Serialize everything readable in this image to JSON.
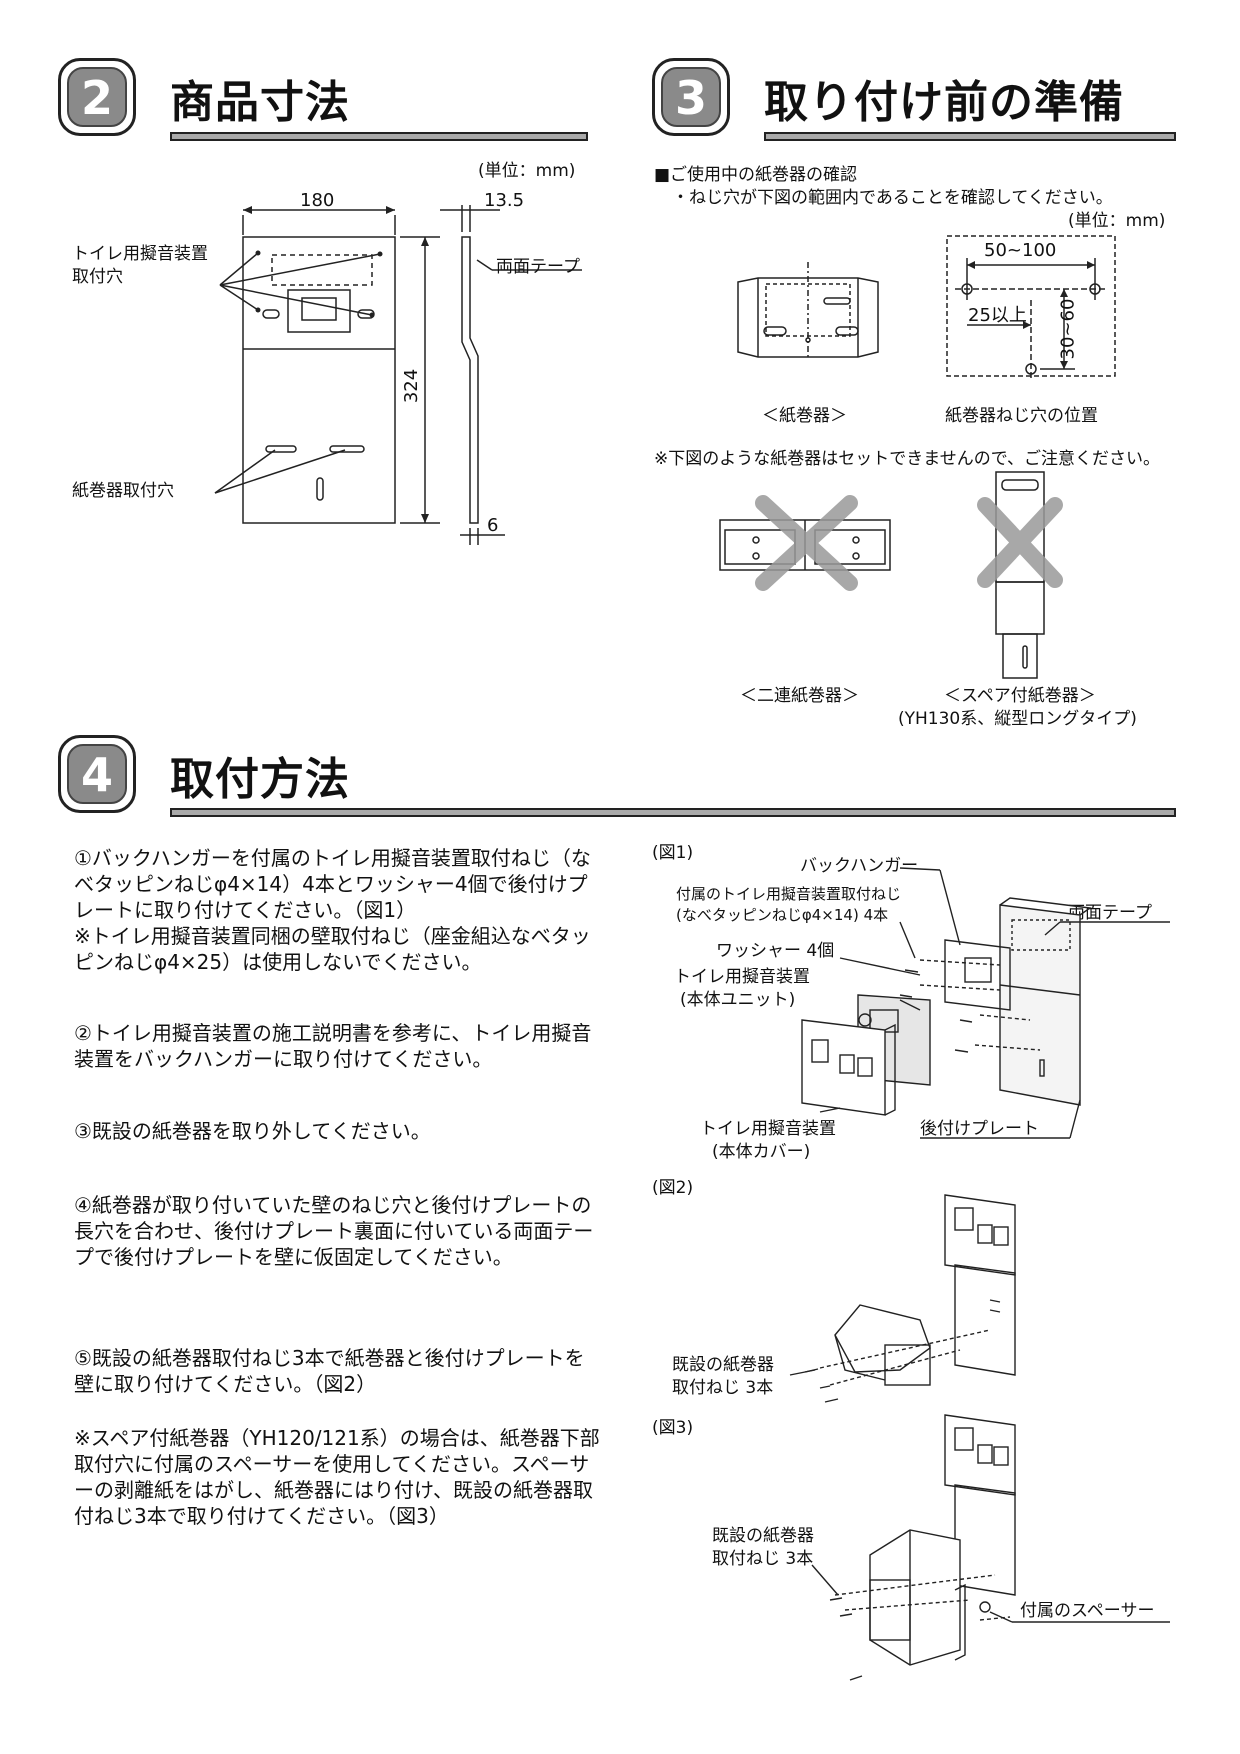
{
  "section2": {
    "number": "2",
    "title": "商品寸法",
    "unit": "(単位：mm)",
    "dim_width": "180",
    "dim_thickness": "13.5",
    "dim_height": "324",
    "dim_bottom": "6",
    "label_tape": "両面テープ",
    "label_holes_1": "トイレ用擬音装置",
    "label_holes_2": "取付穴",
    "label_paper_holes": "紙巻器取付穴"
  },
  "section3": {
    "number": "3",
    "title": "取り付け前の準備",
    "check_heading": "■ご使用中の紙巻器の確認",
    "check_note": "・ねじ穴が下図の範囲内であることを確認してください。",
    "unit": "(単位：mm)",
    "dim_50_100": "50~100",
    "dim_25": "25以上",
    "dim_30_60": "30~60",
    "caption_holder": "＜紙巻器＞",
    "caption_hole_pos": "紙巻器ねじ穴の位置",
    "warning": "※下図のような紙巻器はセットできませんので、ご注意ください。",
    "caption_double": "＜二連紙巻器＞",
    "caption_spare_1": "＜スペア付紙巻器＞",
    "caption_spare_2": "(YH130系、縦型ロングタイプ)"
  },
  "section4": {
    "number": "4",
    "title": "取付方法",
    "steps": [
      "①バックハンガーを付属のトイレ用擬音装置取付ねじ（なべタッピンねじφ4×14）4本とワッシャー4個で後付けプレートに取り付けてください。（図1）",
      "※トイレ用擬音装置同梱の壁取付ねじ（座金組込なべタッピンねじφ4×25）は使用しないでください。",
      "②トイレ用擬音装置の施工説明書を参考に、トイレ用擬音装置をバックハンガーに取り付けてください。",
      "③既設の紙巻器を取り外してください。",
      "④紙巻器が取り付いていた壁のねじ穴と後付けプレートの長穴を合わせ、後付けプレート裏面に付いている両面テープで後付けプレートを壁に仮固定してください。",
      "⑤既設の紙巻器取付ねじ3本で紙巻器と後付けプレートを壁に取り付けてください。（図2）",
      "※スペア付紙巻器（YH120/121系）の場合は、紙巻器下部取付穴に付属のスペーサーを使用してください。スペーサーの剥離紙をはがし、紙巻器にはり付け、既設の紙巻器取付ねじ3本で取り付けてください。（図3）"
    ],
    "fig1": {
      "caption": "(図1)",
      "back_hanger": "バックハンガー",
      "screws_1": "付属のトイレ用擬音装置取付ねじ",
      "screws_2": "(なべタッピンねじφ4×14) 4本",
      "tape": "両面テープ",
      "washer": "ワッシャー 4個",
      "unit_1": "トイレ用擬音装置",
      "unit_2": "(本体ユニット)",
      "cover_1": "トイレ用擬音装置",
      "cover_2": "(本体カバー)",
      "plate": "後付けプレート"
    },
    "fig2": {
      "caption": "(図2)",
      "screws_1": "既設の紙巻器",
      "screws_2": "取付ねじ 3本"
    },
    "fig3": {
      "caption": "(図3)",
      "screws_1": "既設の紙巻器",
      "screws_2": "取付ねじ 3本",
      "spacer": "付属のスペーサー"
    }
  }
}
